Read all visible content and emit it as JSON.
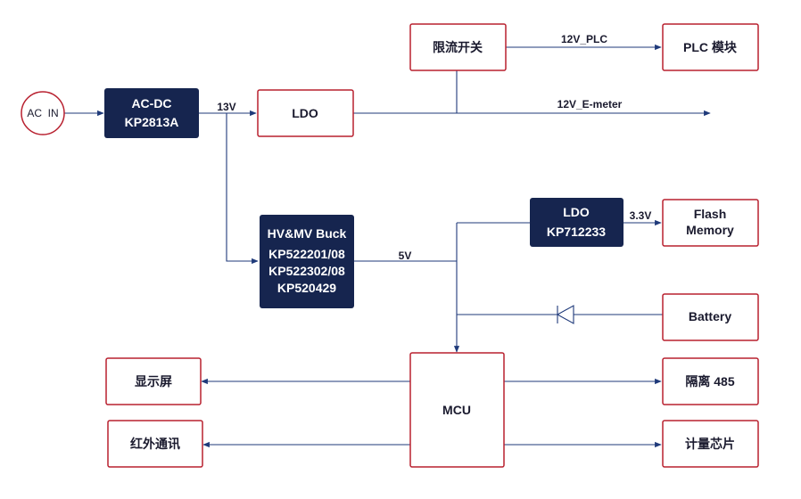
{
  "blocks": {
    "ac_in": "AC  IN",
    "acdc_l1": "AC-DC",
    "acdc_l2": "KP2813A",
    "ldo_top": "LDO",
    "limiter": "限流开关",
    "plc": "PLC 模块",
    "hv_l1": "HV&MV Buck",
    "hv_l2": "KP522201/08",
    "hv_l3": "KP522302/08",
    "hv_l4": "KP520429",
    "ldo2_l1": "LDO",
    "ldo2_l2": "KP712233",
    "flash_l1": "Flash",
    "flash_l2": "Memory",
    "battery": "Battery",
    "mcu": "MCU",
    "display": "显示屏",
    "ir": "红外通讯",
    "iso485": "隔离 485",
    "metering": "计量芯片"
  },
  "labels": {
    "v13": "13V",
    "v12plc": "12V_PLC",
    "v12em": "12V_E-meter",
    "v5": "5V",
    "v33": "3.3V"
  },
  "colors": {
    "border_red": "#b8202f",
    "navy": "#16254f",
    "line_blue": "#1f3a7a"
  }
}
